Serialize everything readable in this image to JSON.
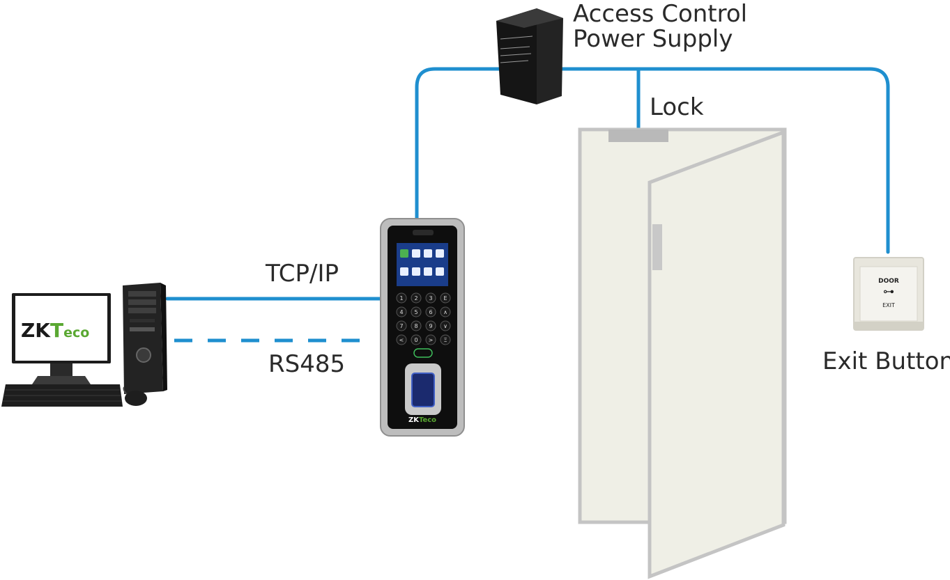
{
  "labels": {
    "power_supply_line1": "Access Control",
    "power_supply_line2": "Power Supply",
    "lock": "Lock",
    "tcp_ip": "TCP/IP",
    "rs485": "RS485",
    "exit_button": "Exit Button"
  },
  "monitor_logo": {
    "part1": "ZK",
    "part2": "T",
    "part3": "eco"
  },
  "device_logo": {
    "part1": "ZK",
    "part2": "Teco"
  },
  "exit_button_face": {
    "line1": "DOOR",
    "line2": "EXIT"
  },
  "keypad_keys": [
    "1",
    "2",
    "3",
    "E",
    "4",
    "5",
    "6",
    "∧",
    "7",
    "8",
    "9",
    "∨",
    "<",
    "0",
    ">",
    "Ξ"
  ],
  "colors": {
    "wire": "#1f8fcf",
    "door_fill": "#efefe6",
    "door_frame": "#c4c4c4",
    "logo_green": "#5aa832"
  }
}
